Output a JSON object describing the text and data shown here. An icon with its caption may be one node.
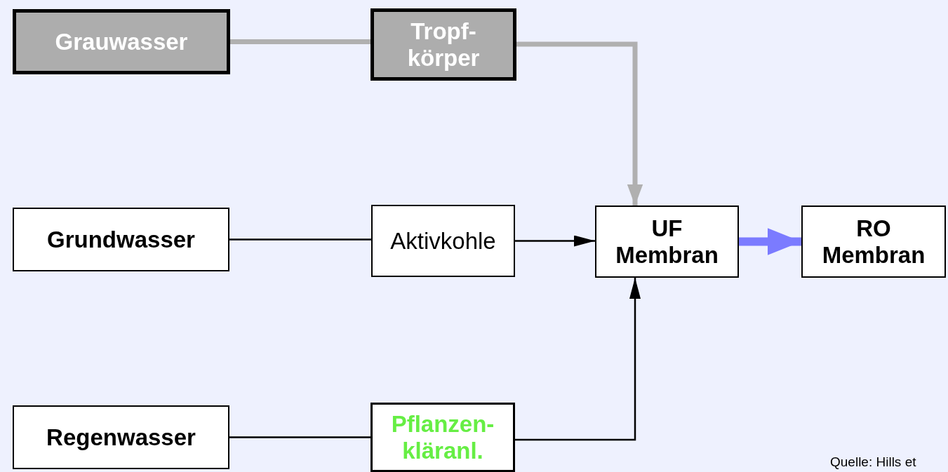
{
  "diagram": {
    "nodes": [
      {
        "text": [
          "Grauwasser"
        ]
      },
      {
        "text": [
          "Tropf- körper"
        ]
      },
      {
        "text": [
          "Grundwasser"
        ]
      },
      {
        "text": [
          "Aktivkohle"
        ]
      },
      {
        "text": [
          "UF Membran"
        ]
      },
      {
        "text": [
          "RO Membran"
        ]
      },
      {
        "text": [
          "Regenwasser"
        ]
      },
      {
        "text": [
          "Pflanzen- kläranl."
        ]
      }
    ],
    "edges": [
      {
        "from": 0,
        "to": 1,
        "arrow": "none",
        "style": "thick",
        "color": "#b0b0b0"
      },
      {
        "from": 1,
        "to": 4,
        "arrow": "to",
        "style": "thick",
        "color": "#b0b0b0"
      },
      {
        "from": 2,
        "to": 3,
        "arrow": "none"
      },
      {
        "from": 3,
        "to": 4,
        "arrow": "to"
      },
      {
        "from": 4,
        "to": 5,
        "arrow": "to",
        "style": "thick",
        "color": "#7b7bff"
      },
      {
        "from": 6,
        "to": 7,
        "arrow": "none"
      },
      {
        "from": 7,
        "to": 4,
        "arrow": "to"
      }
    ],
    "labels": [
      "Quelle: Hills et"
    ]
  }
}
